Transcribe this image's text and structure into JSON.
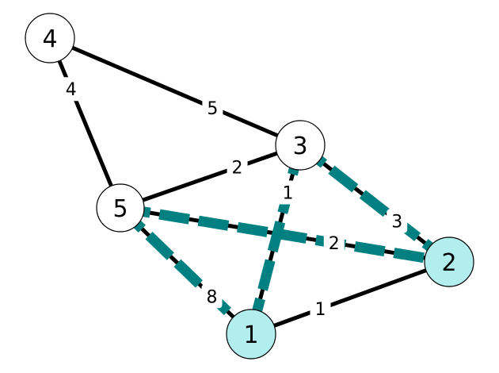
{
  "colors": {
    "highlight": "#008080",
    "plain_node": "#ffffff",
    "highlight_node": "#b2eeee",
    "edge": "#000000"
  },
  "nodes": [
    {
      "id": "4",
      "label": "4",
      "highlighted": false
    },
    {
      "id": "3",
      "label": "3",
      "highlighted": false
    },
    {
      "id": "5",
      "label": "5",
      "highlighted": false
    },
    {
      "id": "2",
      "label": "2",
      "highlighted": true
    },
    {
      "id": "1",
      "label": "1",
      "highlighted": true
    }
  ],
  "edges": [
    {
      "from": "4",
      "to": "3",
      "weight": "5",
      "highlighted": false
    },
    {
      "from": "4",
      "to": "5",
      "weight": "4",
      "highlighted": false
    },
    {
      "from": "5",
      "to": "3",
      "weight": "2",
      "highlighted": false
    },
    {
      "from": "1",
      "to": "2",
      "weight": "1",
      "highlighted": false
    },
    {
      "from": "3",
      "to": "2",
      "weight": "3",
      "highlighted": true
    },
    {
      "from": "5",
      "to": "2",
      "weight": "2",
      "highlighted": true
    },
    {
      "from": "3",
      "to": "1",
      "weight": "1",
      "highlighted": true
    },
    {
      "from": "5",
      "to": "1",
      "weight": "8",
      "highlighted": true
    }
  ]
}
